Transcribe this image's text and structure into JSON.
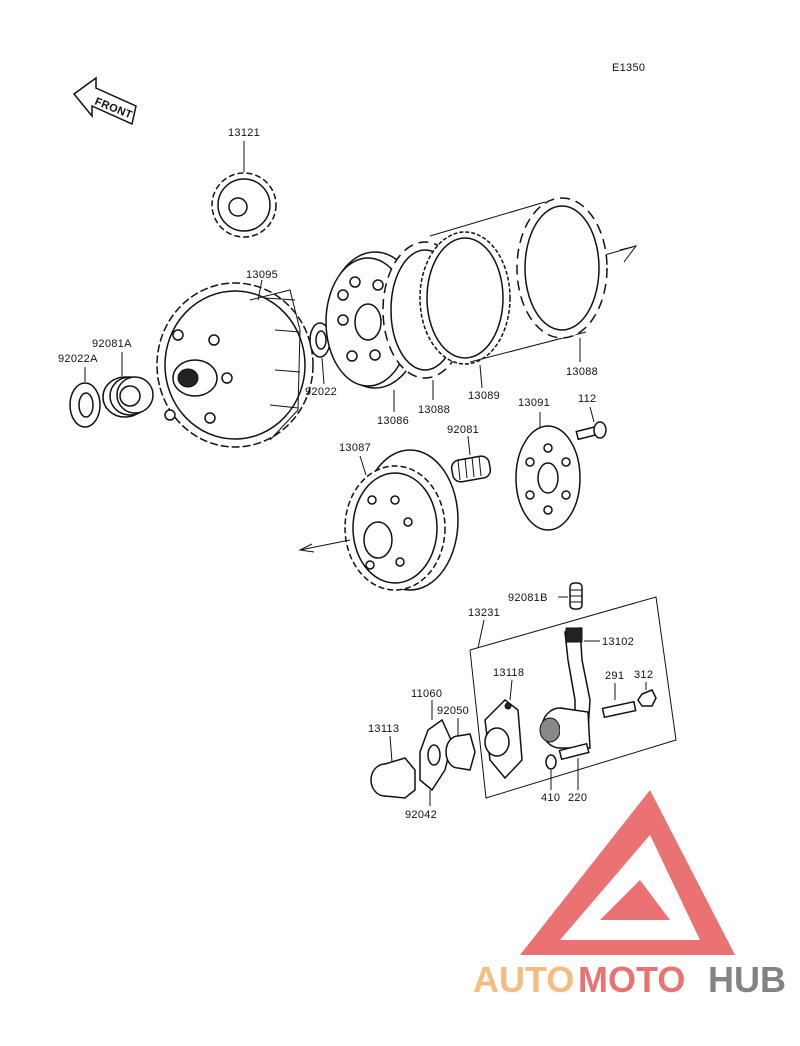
{
  "diagram": {
    "code": "E1350",
    "front_arrow": "FRONT",
    "labels": {
      "p13121": "13121",
      "p13095": "13095",
      "p92081A": "92081A",
      "p92022A": "92022A",
      "p92022": "92022",
      "p13086": "13086",
      "p13088a": "13088",
      "p13089": "13089",
      "p13088b": "13088",
      "p13091": "13091",
      "p112": "112",
      "p92081": "92081",
      "p13087": "13087",
      "p92081B": "92081B",
      "p13231": "13231",
      "p13102": "13102",
      "p13118": "13118",
      "p291": "291",
      "p312": "312",
      "p11060": "11060",
      "p92050": "92050",
      "p13113": "13113",
      "p92042": "92042",
      "p410": "410",
      "p220": "220"
    }
  },
  "watermark": {
    "part1": "AUTO",
    "part2": "MOTO",
    "part3": "HUB",
    "color_orange": "#f5b06a",
    "color_red": "#e85a5a",
    "color_gray": "#6e6e6e"
  }
}
